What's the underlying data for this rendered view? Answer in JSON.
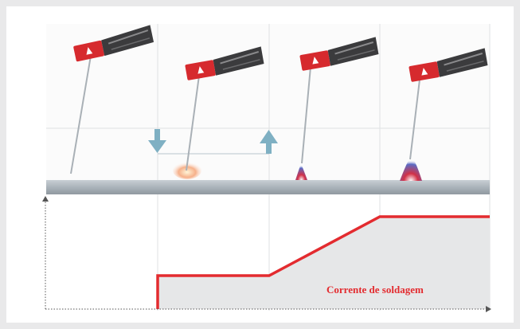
{
  "diagram": {
    "caption": "Corrente de soldagem",
    "colors": {
      "current_line": "#e32b2f",
      "area_fill": "#e6e7e8",
      "arrow": "#7fb0c3",
      "torch_body": "#d62a2e",
      "plate": "#b4bcc3",
      "arc": "#c3213a"
    },
    "stages": [
      {
        "name": "approach",
        "arc": "none"
      },
      {
        "name": "contact-ignition",
        "arc": "spark"
      },
      {
        "name": "lift-arc",
        "arc": "small"
      },
      {
        "name": "full-arc",
        "arc": "large"
      }
    ],
    "arrows": [
      {
        "name": "lower-arrow",
        "direction": "down"
      },
      {
        "name": "raise-arrow",
        "direction": "up"
      }
    ]
  }
}
